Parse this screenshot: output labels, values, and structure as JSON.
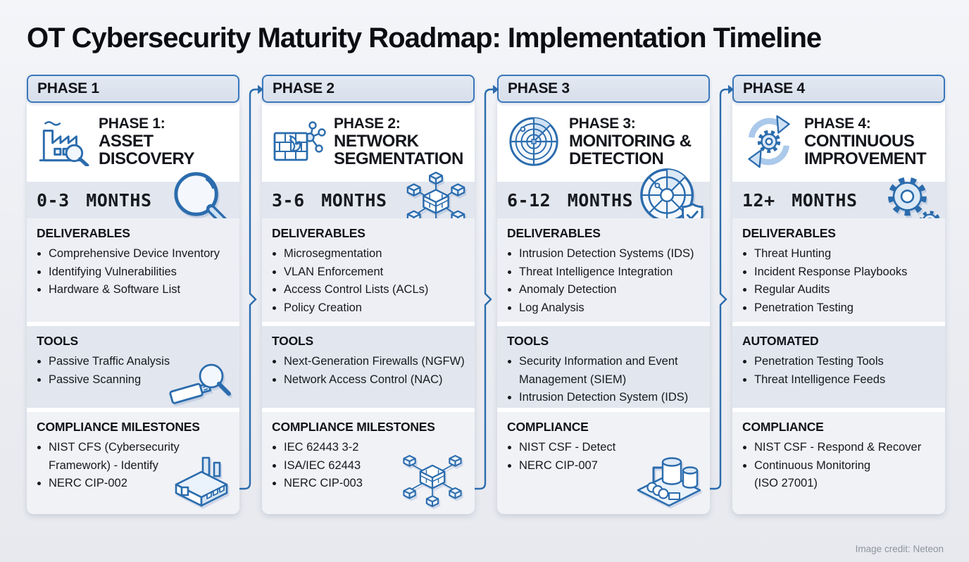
{
  "page": {
    "title": "OT Cybersecurity Maturity Roadmap: Implementation Timeline",
    "credit": "Image credit: Neteon"
  },
  "colors": {
    "accent_blue": "#2b6cad",
    "header_border": "#3a77bb",
    "header_fill": "#dde3ee",
    "band_fill": "#e2e6ee",
    "light_section_fill": "#edeff4",
    "card_fill": "#ffffff",
    "page_background": "#eceef2",
    "text": "#14161c",
    "credit_text": "#8e949c"
  },
  "phases": [
    {
      "header": "PHASE 1",
      "title_prefix": "PHASE 1:",
      "title": "ASSET DISCOVERY",
      "months": "0-3 MONTHS",
      "icons": {
        "main": "factory-search-icon",
        "months": "magnifier-icon",
        "tools": "magnifier-usb-icon",
        "compliance": "isometric-factory-icon"
      },
      "deliverables": {
        "heading": "DELIVERABLES",
        "items": [
          "Comprehensive Device Inventory",
          "Identifying Vulnerabilities",
          "Hardware & Software List"
        ]
      },
      "tools": {
        "heading": "TOOLS",
        "items": [
          "Passive Traffic Analysis",
          "Passive Scanning"
        ]
      },
      "compliance": {
        "heading": "COMPLIANCE MILESTONES",
        "items": [
          "NIST CFS (Cybersecurity Framework) - Identify",
          "NERC CIP-002"
        ]
      }
    },
    {
      "header": "PHASE 2",
      "title_prefix": "PHASE 2:",
      "title": "NETWORK SEGMENTATION",
      "months": "3-6 MONTHS",
      "icons": {
        "main": "firewall-network-icon",
        "months": "cube-network-icon",
        "compliance": "cube-network-wall-icon"
      },
      "deliverables": {
        "heading": "DELIVERABLES",
        "items": [
          "Microsegmentation",
          "VLAN Enforcement",
          "Access Control Lists (ACLs)",
          "Policy Creation"
        ]
      },
      "tools": {
        "heading": "TOOLS",
        "items": [
          "Next-Generation Firewalls (NGFW)",
          "Network Access Control (NAC)"
        ]
      },
      "compliance": {
        "heading": "COMPLIANCE MILESTONES",
        "items": [
          "IEC 62443 3-2",
          "ISA/IEC 62443",
          "NERC CIP-003"
        ]
      }
    },
    {
      "header": "PHASE 3",
      "title_prefix": "PHASE 3:",
      "title": "MONITORING & DETECTION",
      "months": "6-12 MONTHS",
      "icons": {
        "main": "radar-icon",
        "months": "radar-shield-icon",
        "compliance": "industrial-plant-icon"
      },
      "deliverables": {
        "heading": "DELIVERABLES",
        "items": [
          "Intrusion Detection Systems (IDS)",
          "Threat Intelligence Integration",
          "Anomaly Detection",
          "Log Analysis"
        ]
      },
      "tools": {
        "heading": "TOOLS",
        "items": [
          "Security Information and Event Management (SIEM)",
          "Intrusion Detection System (IDS)"
        ]
      },
      "compliance": {
        "heading": "COMPLIANCE",
        "items": [
          "NIST CSF - Detect",
          "NERC CIP-007"
        ]
      }
    },
    {
      "header": "PHASE 4",
      "title_prefix": "PHASE 4:",
      "title": "CONTINUOUS IMPROVEMENT",
      "months": "12+ MONTHS",
      "icons": {
        "main": "cycle-gear-icon",
        "months": "gears-icon"
      },
      "deliverables": {
        "heading": "DELIVERABLES",
        "items": [
          "Threat Hunting",
          "Incident Response Playbooks",
          "Regular Audits",
          "Penetration Testing"
        ]
      },
      "tools": {
        "heading": "AUTOMATED",
        "items": [
          "Penetration Testing Tools",
          "Threat Intelligence Feeds"
        ]
      },
      "compliance": {
        "heading": "COMPLIANCE",
        "items": [
          "NIST CSF - Respond & Recover",
          "Continuous Monitoring\n(ISO 27001)"
        ]
      }
    }
  ]
}
